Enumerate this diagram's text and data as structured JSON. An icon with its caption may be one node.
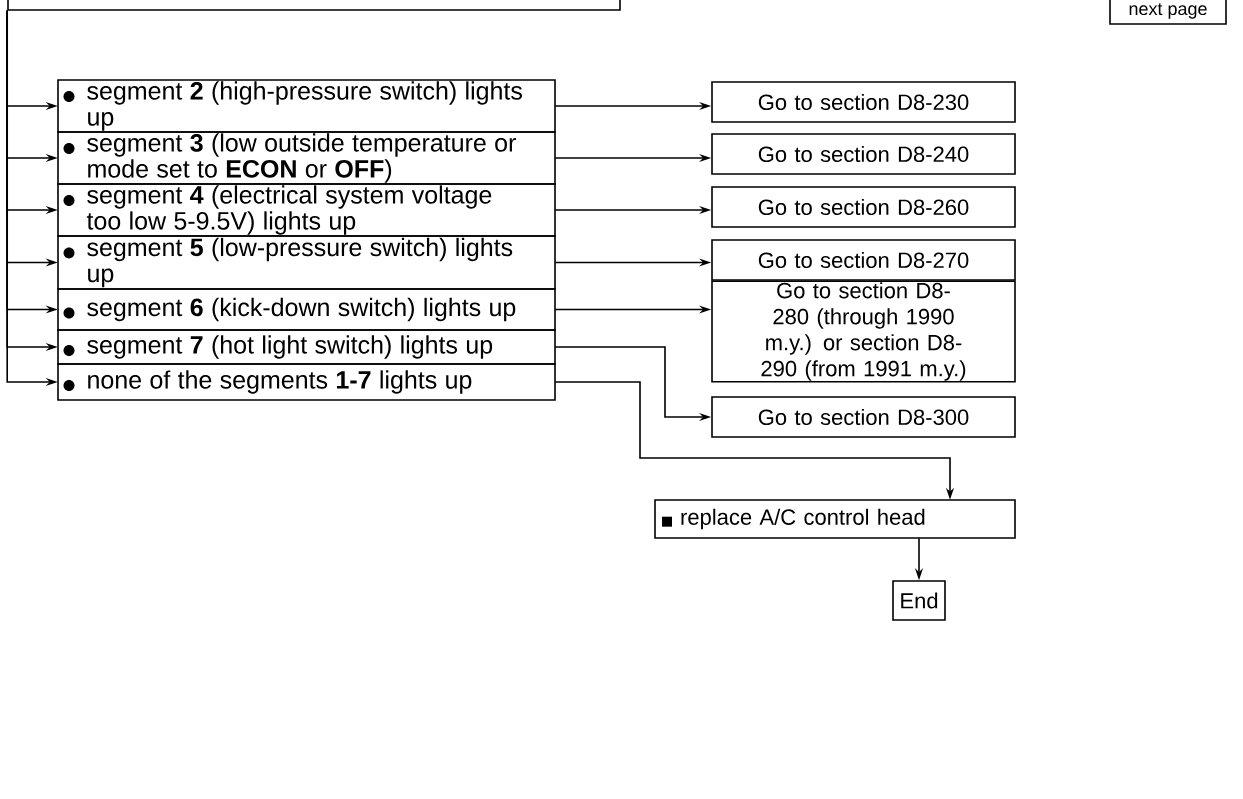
{
  "diagram": {
    "nodes": [
      {
        "text": [],
        "shape": "box"
      },
      {
        "text": [
          "next page"
        ]
      },
      {
        "text": [
          "segment **2** (high-pressure switch) lights up"
        ]
      },
      {
        "text": [
          "segment **3** (low outside temperature or mode set to **ECON** or **OFF**)"
        ]
      },
      {
        "text": [
          "segment **4** (electrical system voltage too low 5-9.5V) lights up"
        ]
      },
      {
        "text": [
          "segment **5** (low-pressure switch) lights up"
        ]
      },
      {
        "text": [
          "segment **6** (kick-down switch) lights up"
        ]
      },
      {
        "text": [
          "segment **7** (hot light switch) lights up"
        ]
      },
      {
        "text": [
          "none of the segments **1-7** lights up"
        ]
      },
      {
        "text": [
          "Go to section D8-230"
        ]
      },
      {
        "text": [
          "Go to section D8-240"
        ]
      },
      {
        "text": [
          "Go to section D8-260"
        ]
      },
      {
        "text": [
          "Go to section D8-270"
        ]
      },
      {
        "text": [
          "Go to section D8-280 (through 1990 m.y.) or section D8-290 (from 1991 m.y.)"
        ]
      },
      {
        "text": [
          "Go to section D8-300"
        ]
      },
      {
        "text": [
          "replace A/C control head"
        ]
      },
      {
        "text": [
          "End"
        ]
      }
    ],
    "edges": [
      {
        "from": 0,
        "to": 2,
        "arrow": "to"
      },
      {
        "from": 0,
        "to": 3,
        "arrow": "to"
      },
      {
        "from": 0,
        "to": 4,
        "arrow": "to"
      },
      {
        "from": 0,
        "to": 5,
        "arrow": "to"
      },
      {
        "from": 0,
        "to": 6,
        "arrow": "to"
      },
      {
        "from": 0,
        "to": 7,
        "arrow": "to"
      },
      {
        "from": 0,
        "to": 8,
        "arrow": "to"
      },
      {
        "from": 2,
        "to": 9,
        "arrow": "to"
      },
      {
        "from": 3,
        "to": 10,
        "arrow": "to"
      },
      {
        "from": 4,
        "to": 11,
        "arrow": "to"
      },
      {
        "from": 5,
        "to": 12,
        "arrow": "to"
      },
      {
        "from": 6,
        "to": 13,
        "arrow": "to"
      },
      {
        "from": 7,
        "to": 14,
        "arrow": "to"
      },
      {
        "from": 8,
        "to": 15,
        "arrow": "to"
      },
      {
        "from": 15,
        "to": 16,
        "arrow": "to"
      }
    ]
  }
}
